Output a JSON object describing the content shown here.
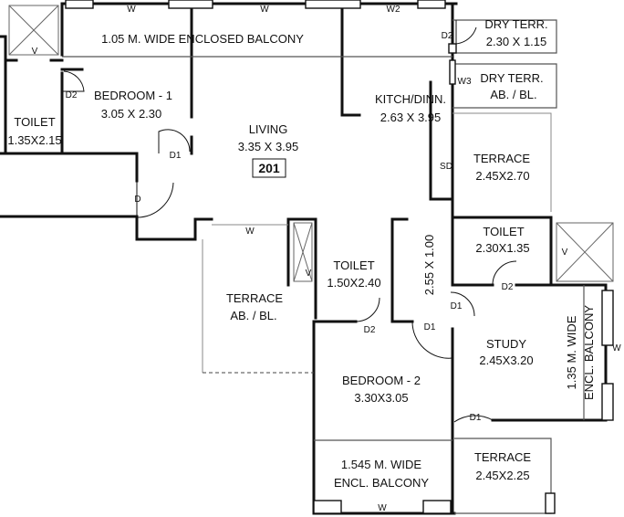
{
  "rooms": {
    "balcony_top": "1.05 M. WIDE ENCLOSED BALCONY",
    "dry_terr_1_name": "DRY TERR.",
    "dry_terr_1_size": "2.30 X 1.15",
    "dry_terr_2_name": "DRY TERR.",
    "dry_terr_2_size": "AB. / BL.",
    "bedroom1_name": "BEDROOM - 1",
    "bedroom1_size": "3.05 X 2.30",
    "kitchen_name": "KITCH/DINN.",
    "kitchen_size": "2.63 X 3.95",
    "toilet1_name": "TOILET",
    "toilet1_size": "1.35X2.15",
    "living_name": "LIVING",
    "living_size": "3.35 X 3.95",
    "unit_number": "201",
    "terrace1_name": "TERRACE",
    "terrace1_size": "2.45X2.70",
    "toilet3_name": "TOILET",
    "toilet3_size": "2.30X1.35",
    "toilet2_name": "TOILET",
    "toilet2_size": "1.50X2.40",
    "terrace2_name": "TERRACE",
    "terrace2_size": "AB. / BL.",
    "passage_dim": "2.55 X 1.00",
    "study_name": "STUDY",
    "study_size": "2.45X3.20",
    "balcony_right_1": "1.35 M. WIDE",
    "balcony_right_2": "ENCL. BALCONY",
    "bedroom2_name": "BEDROOM - 2",
    "bedroom2_size": "3.30X3.05",
    "balcony_bottom_1": "1.545 M. WIDE",
    "balcony_bottom_2": "ENCL. BALCONY",
    "terrace3_name": "TERRACE",
    "terrace3_size": "2.45X2.25"
  },
  "marks": {
    "w_top_1": "W",
    "w_top_2": "W",
    "w2_top": "W2",
    "w3": "W3",
    "w_mid": "W",
    "w_right": "W",
    "w_bottom": "W",
    "v_tl": "V",
    "v_mid": "V",
    "v_right": "V",
    "d2_dry": "D2",
    "d2_bed1": "D2",
    "d1_living": "D1",
    "d_entry": "D",
    "sd": "SD",
    "d2_toilet2": "D2",
    "d1_bed2": "D1",
    "d1_study": "D1",
    "d2_toilet3": "D2",
    "d1_terr3": "D1"
  }
}
